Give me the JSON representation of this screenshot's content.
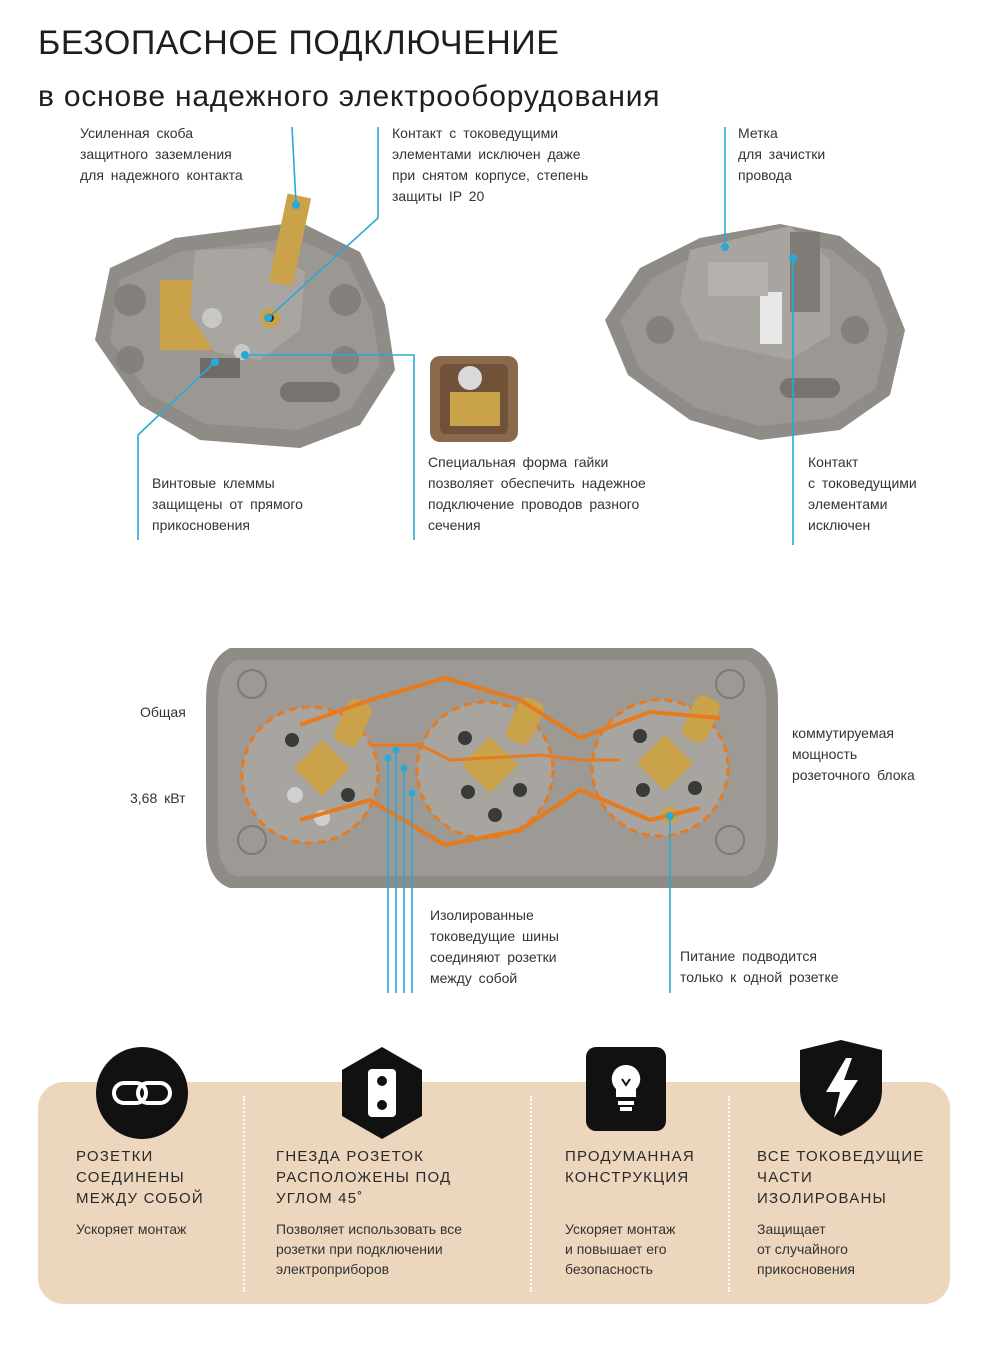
{
  "header": {
    "title": "БЕЗОПАСНОЕ ПОДКЛЮЧЕНИЕ",
    "subtitle": "в основе надежного электрооборудования"
  },
  "callouts": {
    "ground_bracket": "Усиленная скоба\nзащитного заземления\nдля надежного контакта",
    "contact_ip20": "Контакт с токоведущими\nэлементами исключен даже\nпри снятом корпусе, степень\nзащиты IP 20",
    "strip_mark": "Метка\nдля зачистки\nпровода",
    "screw_terminals": "Винтовые клеммы\nзащищены от прямого\nприкосновения",
    "nut_shape": "Специальная форма гайки\nпозволяет обеспечить надежное\nподключение проводов разного\nсечения",
    "contact_excluded": "Контакт\nс токоведущими\nэлементами\nисключен",
    "total_label": "Общая",
    "power_value": "3,68 кВт",
    "switched_power": "коммутируемая\nмощность\nрозеточного блока",
    "insulated_bars": "Изолированные\nтоковедущие шины\nсоединяют розетки\nмежду собой",
    "single_feed": "Питание подводится\nтолько к одной розетке"
  },
  "features": [
    {
      "icon": "chain-link-icon",
      "title": "РОЗЕТКИ\nСОЕДИНЕНЫ\nМЕЖДУ СОБОЙ",
      "desc": "Ускоряет монтаж"
    },
    {
      "icon": "socket-45-icon",
      "title": "ГНЕЗДА РОЗЕТОК\nРАСПОЛОЖЕНЫ ПОД\nУГЛОМ 45˚",
      "desc": "Позволяет использовать все\nрозетки при подключении\nэлектроприборов"
    },
    {
      "icon": "lightbulb-icon",
      "title": "ПРОДУМАННАЯ\nКОНСТРУКЦИЯ",
      "desc": "Ускоряет монтаж\nи повышает его\nбезопасность"
    },
    {
      "icon": "shield-lightning-icon",
      "title": "ВСЕ ТОКОВЕДУЩИЕ\nЧАСТИ\nИЗОЛИРОВАНЫ",
      "desc": "Защищает\nот случайного\nприкосновения"
    }
  ],
  "colors": {
    "accent_line": "#2aa9d8",
    "busbar": "#e87a1e",
    "band": "#ecd6bd",
    "mechanism_gray": "#8f8b86",
    "brass": "#c9a24a"
  }
}
